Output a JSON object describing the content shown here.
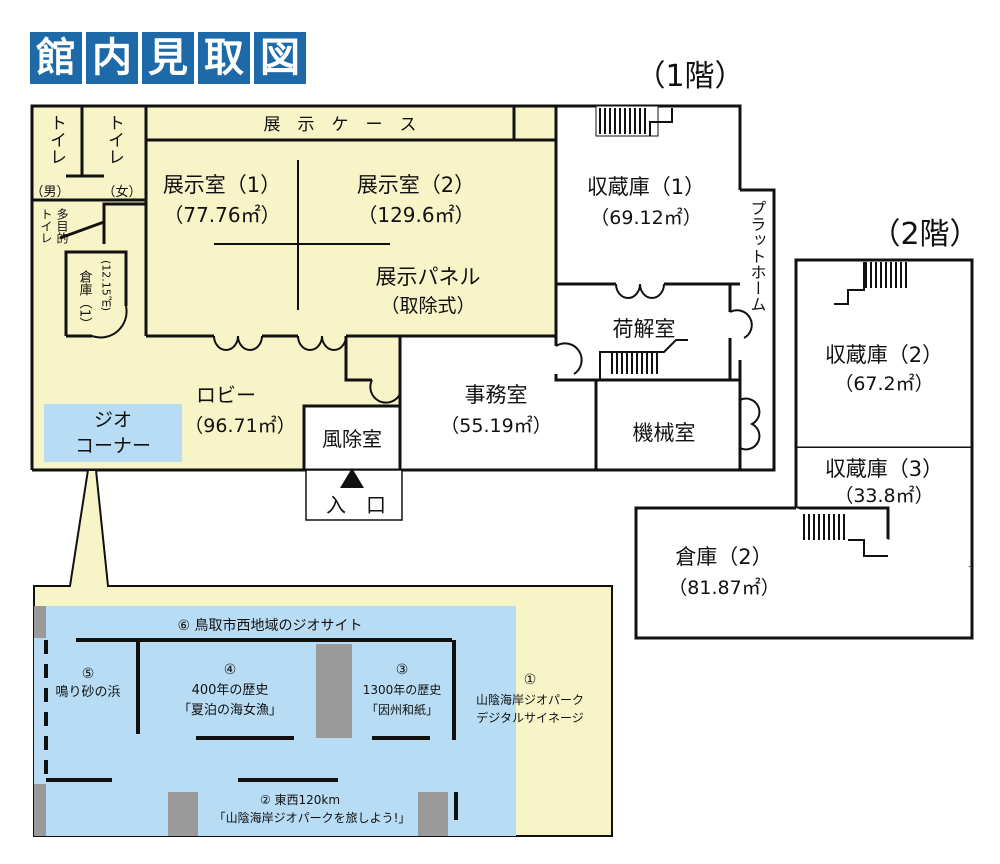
{
  "title": {
    "chars": [
      "館",
      "内",
      "見",
      "取",
      "図"
    ]
  },
  "colors": {
    "title_bg": "#1e6aa8",
    "exhibit_area": "#f7f4c8",
    "geo_area": "#b8dcf3",
    "wall": "#111111",
    "gray_block": "#9a9a9a"
  },
  "floor1": {
    "label": "（1階）",
    "rooms": {
      "display_case": "展　示　ケ　ー　ス",
      "toilet_m_1": "トイレ",
      "toilet_m_2": "",
      "toilet_f": "トイレ",
      "toilet_m_tag": "（男）",
      "toilet_f_tag": "（女）",
      "multi_toilet_a": "トイレ",
      "multi_toilet_b": "多目的",
      "storage1_a": "倉庫（1）",
      "storage1_b": "(12.15㎡)",
      "exhibit1_name": "展示室（1）",
      "exhibit1_area": "（77.76㎡）",
      "exhibit2_name": "展示室（2）",
      "exhibit2_area": "（129.6㎡）",
      "panel_name": "展示パネル",
      "panel_note": "（取除式）",
      "lobby_name": "ロビー",
      "lobby_area": "（96.71㎡）",
      "geo_corner_a": "ジオ",
      "geo_corner_b": "コーナー",
      "windbreak": "風除室",
      "entrance": "入　口",
      "office_name": "事務室",
      "office_area": "（55.19㎡）",
      "stack1_name": "収蔵庫（1）",
      "stack1_area": "（69.12㎡）",
      "platform": "プラットホーム",
      "unpacking": "荷解室",
      "machine": "機械室"
    }
  },
  "floor2": {
    "label": "（2階）",
    "rooms": {
      "stack2_name": "収蔵庫（2）",
      "stack2_area": "（67.2㎡）",
      "stack3_name": "収蔵庫（3）",
      "stack3_area": "（33.8㎡）",
      "storage2_name": "倉庫（2）",
      "storage2_area": "（81.87㎡）"
    }
  },
  "geo_detail": {
    "item6": "⑥ 鳥取市西地域のジオサイト",
    "item5_num": "⑤",
    "item5_a": "鳴り砂の浜",
    "item4_num": "④",
    "item4_a": "400年の歴史",
    "item4_b": "「夏泊の海女漁」",
    "item3_num": "③",
    "item3_a": "1300年の歴史",
    "item3_b": "「因州和紙」",
    "item1_num": "①",
    "item1_a": "山陰海岸ジオパーク",
    "item1_b": "デジタルサイネージ",
    "item2_a": "② 東西120km",
    "item2_b": "「山陰海岸ジオパークを旅しよう!」"
  }
}
